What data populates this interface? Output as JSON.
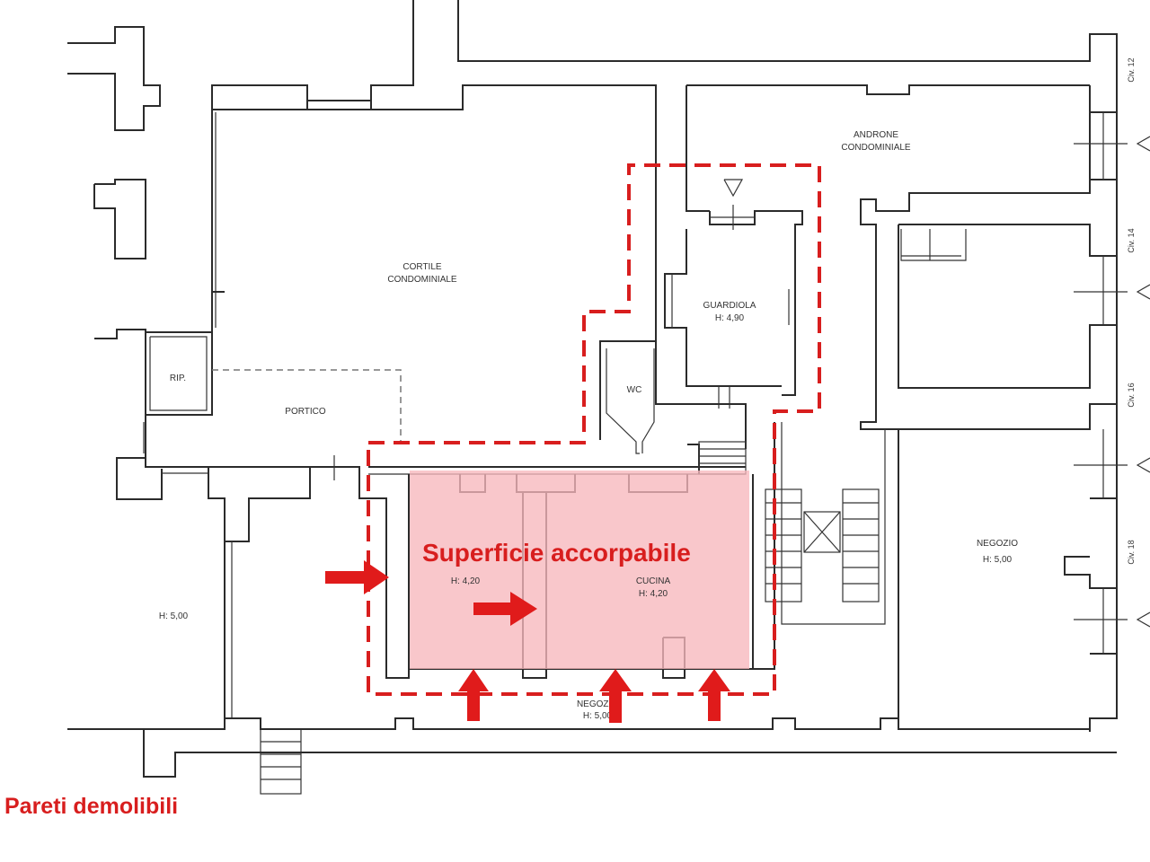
{
  "rooms": {
    "cortile": {
      "line1": "CORTILE",
      "line2": "CONDOMINIALE"
    },
    "androne": {
      "line1": "ANDRONE",
      "line2": "CONDOMINIALE"
    },
    "guardiola": {
      "line1": "GUARDIOLA",
      "line2": "H: 4,90"
    },
    "rip": "RIP.",
    "wc": "WC",
    "portico": "PORTICO",
    "left_shop_height": "H: 5,00",
    "negozio_right": {
      "line1": "NEGOZIO",
      "line2": "H: 5,00"
    },
    "room_h": "H: 4,20",
    "cucina": {
      "line1": "CUCINA",
      "line2": "H: 4,20"
    },
    "negozio_bottom": {
      "line1": "NEGOZIO",
      "line2": "H: 5,00"
    }
  },
  "civici": [
    "Civ. 12",
    "Civ. 14",
    "Civ. 16",
    "Civ. 18"
  ],
  "annotations": {
    "area_label": "Superficie accorpabile",
    "walls_label": "Pareti demolibili"
  },
  "colors": {
    "highlight_red": "#d81e1e",
    "area_fill": "#f7b7bd",
    "walls": "#2b2b2b"
  }
}
